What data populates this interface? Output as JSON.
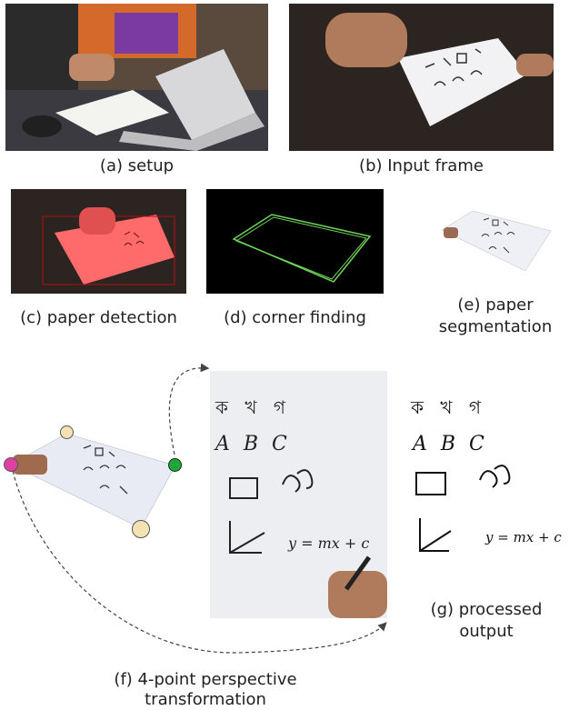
{
  "captions": {
    "a": "(a) setup",
    "b": "(b) Input frame",
    "c": "(c) paper detection",
    "d": "(d) corner finding",
    "e_line1": "(e) paper",
    "e_line2": "segmentation",
    "f_line1": "(f) 4-point perspective",
    "f_line2": "transformation",
    "g_line1": "(g) processed",
    "g_line2": "output"
  },
  "handwriting": {
    "bangla": "ক খ গ",
    "letters": "A B C",
    "equation": "y = mx + c"
  },
  "corner_colors": {
    "top_left": "#f3e3b2",
    "left": "#e040a0",
    "right": "#1fa83a",
    "bottom": "#f3e3b2"
  },
  "colors": {
    "detection_overlay": "#ff6b6b",
    "corner_outline": "#6fd35a",
    "arrow": "#444444"
  }
}
